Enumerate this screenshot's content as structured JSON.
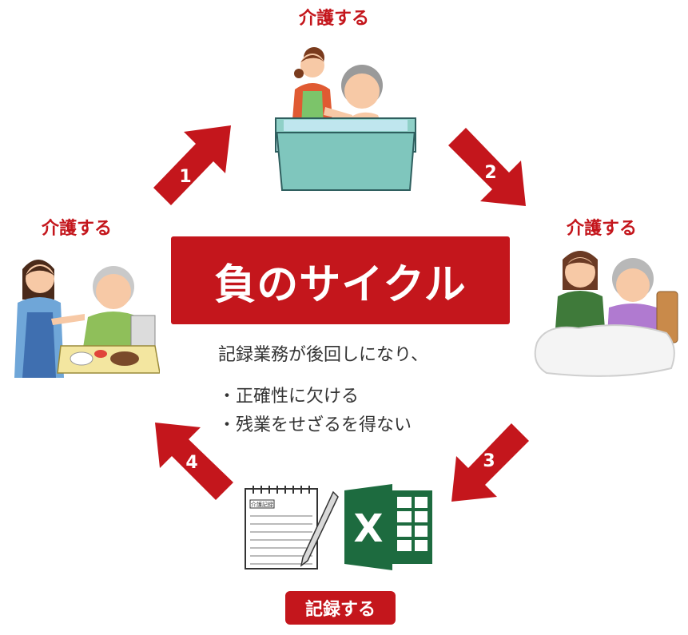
{
  "title": "負のサイクル",
  "labels": {
    "top": "介護する",
    "left": "介護する",
    "right": "介護する",
    "bottom": "記録する"
  },
  "description": {
    "line1": "記録業務が後回しになり、",
    "bullet1": "・正確性に欠ける",
    "bullet2": "・残業をせざるを得ない"
  },
  "arrows": [
    "1",
    "2",
    "3",
    "4"
  ],
  "notebook": {
    "header": "介護記録"
  },
  "excel": {
    "letter": "X"
  },
  "colors": {
    "accent": "#c4161c",
    "text": "#333333",
    "excel_green": "#1d6b3f"
  },
  "icons": [
    "bathing-care-illustration",
    "bed-care-illustration",
    "feeding-care-illustration",
    "notebook-pen-icon",
    "excel-icon"
  ]
}
